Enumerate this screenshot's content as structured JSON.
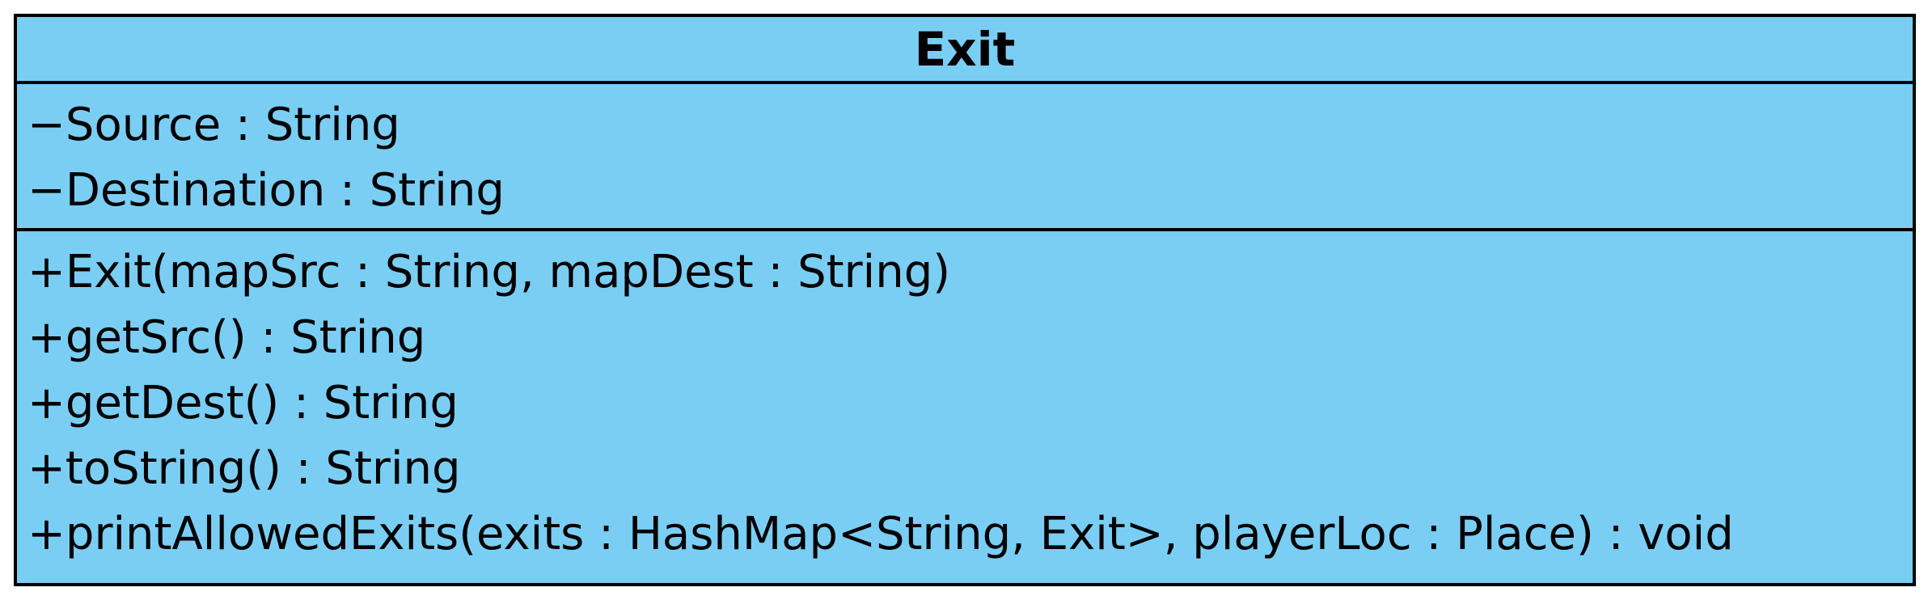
{
  "class": {
    "name": "Exit",
    "attributes": [
      "−Source : String",
      "−Destination : String"
    ],
    "operations": [
      "+Exit(mapSrc : String, mapDest : String)",
      "+getSrc() : String",
      "+getDest() : String",
      "+toString() : String",
      "+printAllowedExits(exits : HashMap<String, Exit>, playerLoc : Place) : void"
    ]
  },
  "colors": {
    "fill": "#7acef4",
    "border": "#000000",
    "text": "#000000"
  }
}
